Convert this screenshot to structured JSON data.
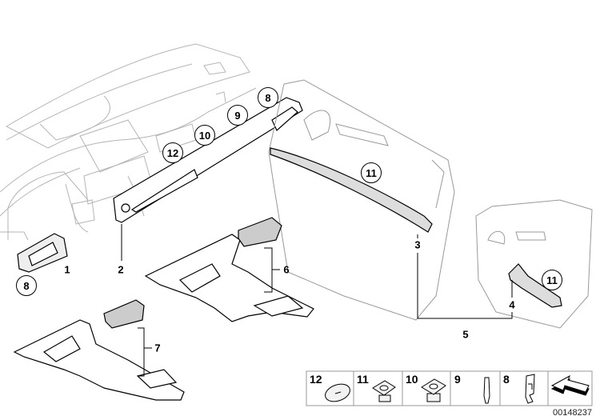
{
  "diagram_id": "00148237",
  "callouts": {
    "c1": "1",
    "c2": "2",
    "c3": "3",
    "c4": "4",
    "c5": "5",
    "c6": "6",
    "c7": "7"
  },
  "circled": {
    "dash_8": "8",
    "dash_9": "9",
    "dash_10": "10",
    "dash_12": "12",
    "door_front_11": "11",
    "trim_left_8": "8",
    "door_rear_11": "11"
  },
  "legend": [
    {
      "number": "12",
      "icon": "oval-cap-icon"
    },
    {
      "number": "11",
      "icon": "clip-nut-icon"
    },
    {
      "number": "10",
      "icon": "clip-nut-icon"
    },
    {
      "number": "9",
      "icon": "pin-icon"
    },
    {
      "number": "8",
      "icon": "spring-clip-icon"
    },
    {
      "number": "",
      "icon": "arrow-icon"
    }
  ],
  "colors": {
    "line": "#000000",
    "sketch": "#b0b0b0",
    "part_fill": "#e6e6e6"
  }
}
